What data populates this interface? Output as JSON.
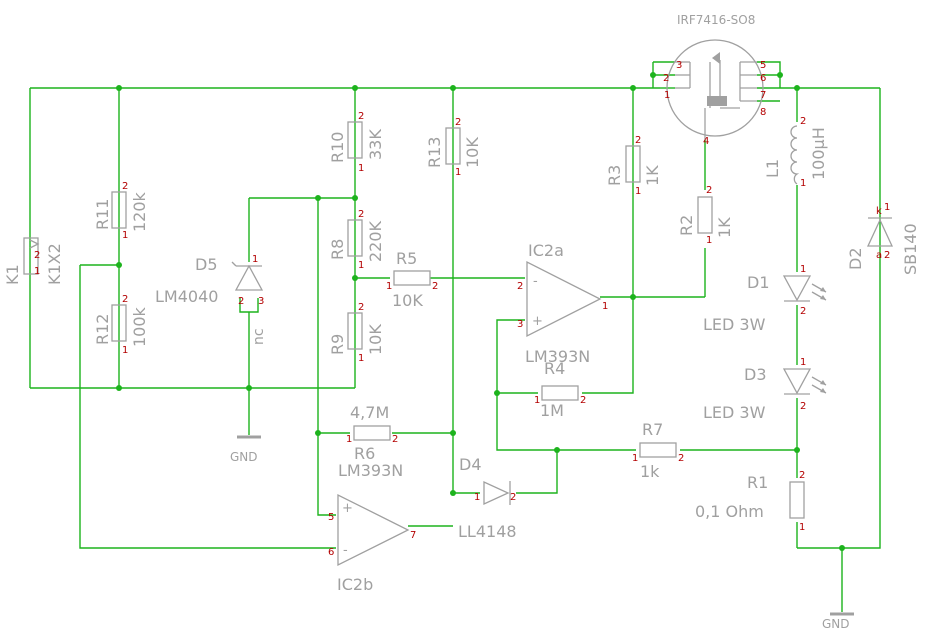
{
  "parts": {
    "k1": {
      "name": "K1",
      "value": "K1X2"
    },
    "r11": {
      "name": "R11",
      "value": "120k"
    },
    "r12": {
      "name": "R12",
      "value": "100k"
    },
    "d5": {
      "name": "D5",
      "value": "LM4040",
      "nc": "nc"
    },
    "r10": {
      "name": "R10",
      "value": "33K"
    },
    "r8": {
      "name": "R8",
      "value": "220K"
    },
    "r9": {
      "name": "R9",
      "value": "10K"
    },
    "r5": {
      "name": "R5",
      "value": "10K"
    },
    "r13": {
      "name": "R13",
      "value": "10K"
    },
    "ic2a": {
      "name": "IC2a",
      "value": "LM393N"
    },
    "r3": {
      "name": "R3",
      "value": "1K"
    },
    "r2": {
      "name": "R2",
      "value": "1K"
    },
    "r4": {
      "name": "R4",
      "value": "1M"
    },
    "r6": {
      "name": "R6",
      "value": "4,7M"
    },
    "ic2b": {
      "name": "IC2b",
      "value": "LM393N"
    },
    "d4": {
      "name": "D4",
      "value": "LL4148"
    },
    "r7": {
      "name": "R7",
      "value": "1k"
    },
    "q1": {
      "value": "IRF7416-SO8"
    },
    "l1": {
      "name": "L1",
      "value": "100µH"
    },
    "d1": {
      "name": "D1",
      "value": "LED 3W"
    },
    "d3": {
      "name": "D3",
      "value": "LED 3W"
    },
    "d2": {
      "name": "D2",
      "value": "SB140",
      "anode": "a",
      "cathode": "k"
    },
    "r1": {
      "name": "R1",
      "value": "0,1 Ohm"
    }
  },
  "gnd": [
    "GND",
    "GND"
  ],
  "pins": {
    "one": "1",
    "two": "2",
    "three": "3",
    "four": "4",
    "five": "5",
    "six": "6",
    "seven": "7",
    "eight": "8",
    "plus": "+",
    "minus": "-"
  }
}
